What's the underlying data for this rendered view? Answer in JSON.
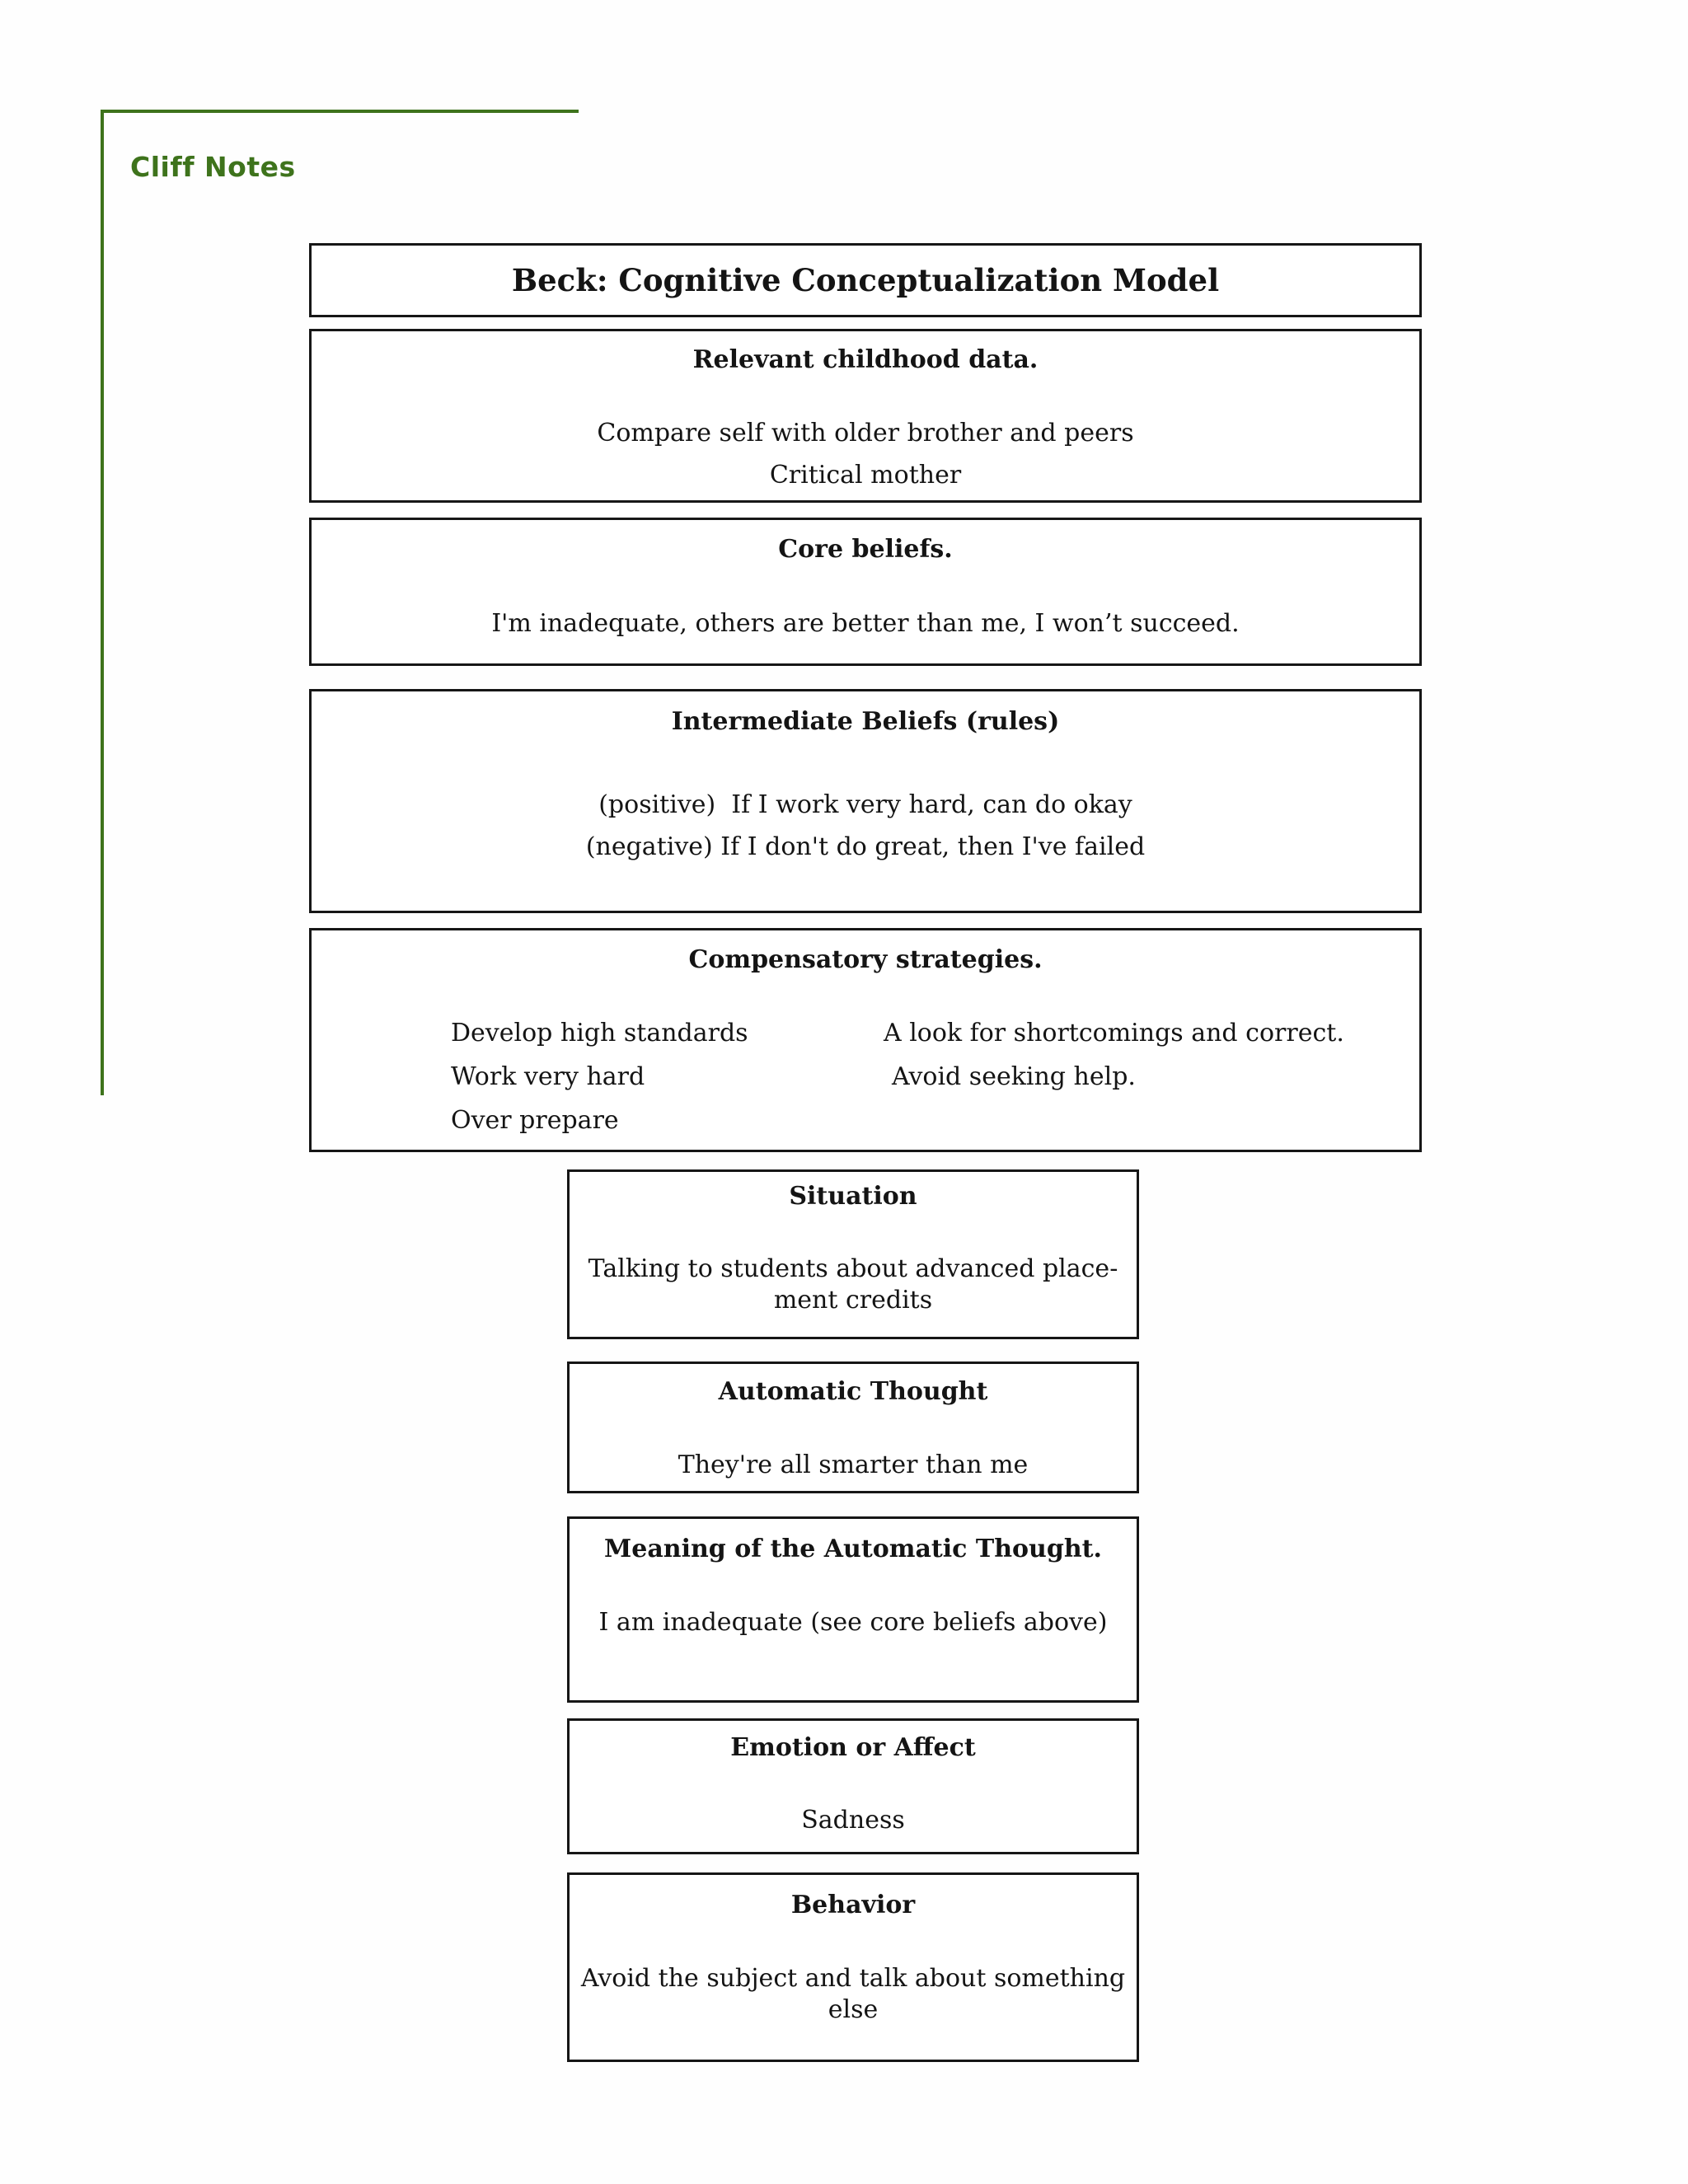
{
  "page": {
    "brand": "Cliff Notes",
    "accent_color": "#3e731c",
    "text_color": "#141414",
    "background_color": "#ffffff"
  },
  "diagram": {
    "title": "Beck: Cognitive Conceptualization Model",
    "boxes": [
      {
        "id": "relevant-childhood-data",
        "heading": "Relevant childhood data.",
        "lines": [
          "Compare self with older brother and peers",
          "Critical mother"
        ]
      },
      {
        "id": "core-beliefs",
        "heading": "Core beliefs.",
        "lines": [
          "I'm inadequate, others are better than me, I won’t succeed."
        ]
      },
      {
        "id": "intermediate-beliefs",
        "heading": "Intermediate Beliefs (rules)",
        "lines": [
          "(positive)  If I work very hard, can do okay",
          "(negative) If I don't do great, then I've failed"
        ]
      },
      {
        "id": "compensatory-strategies",
        "heading": "Compensatory strategies.",
        "left_column": [
          "Develop high standards",
          "Work very hard",
          "Over prepare"
        ],
        "right_column": [
          "A look for shortcomings and correct.",
          "Avoid seeking help."
        ]
      },
      {
        "id": "situation",
        "heading": "Situation",
        "lines": [
          "Talking to students about advanced place-",
          "ment credits"
        ]
      },
      {
        "id": "automatic-thought",
        "heading": "Automatic Thought",
        "lines": [
          "They're all smarter than me"
        ]
      },
      {
        "id": "meaning-of-automatic-thought",
        "heading": "Meaning of the Automatic Thought.",
        "lines": [
          "I am inadequate (see core beliefs above)"
        ]
      },
      {
        "id": "emotion-or-affect",
        "heading": "Emotion or Affect",
        "lines": [
          "Sadness"
        ]
      },
      {
        "id": "behavior",
        "heading": "Behavior",
        "lines": [
          "Avoid the subject and talk about something",
          "else"
        ]
      }
    ]
  }
}
